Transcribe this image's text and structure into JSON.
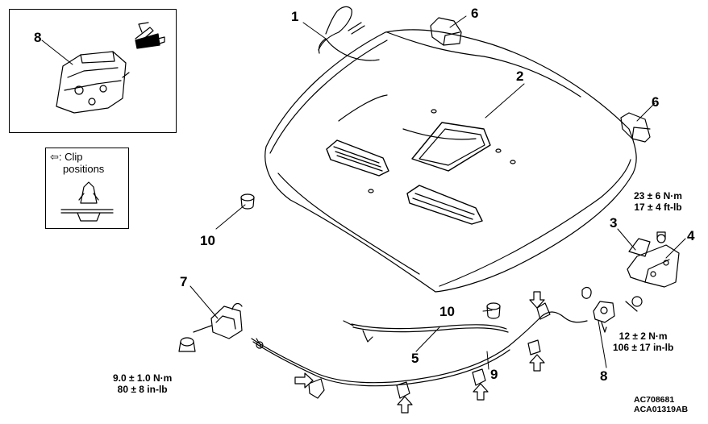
{
  "part_numbers": {
    "n1": "1",
    "n2": "2",
    "n3": "3",
    "n4": "4",
    "n5": "5",
    "n6a": "6",
    "n6b": "6",
    "n7": "7",
    "n8a": "8",
    "n8b": "8",
    "n9": "9",
    "n10a": "10",
    "n10b": "10"
  },
  "torque_specs": {
    "hinge_upper": {
      "line1": "23 ± 6 N·m",
      "line2": "17 ± 4 ft-lb"
    },
    "hinge_lower": {
      "line1": "12 ± 2 N·m",
      "line2": "106 ± 17 in-lb"
    },
    "lock": {
      "line1": "9.0 ± 1.0 N·m",
      "line2": "80 ± 8 in-lb"
    }
  },
  "clip_legend": {
    "line1": "⇦: Clip",
    "line2": "positions"
  },
  "figure_codes": {
    "code1": "AC708681",
    "code2": "ACA01319AB"
  }
}
